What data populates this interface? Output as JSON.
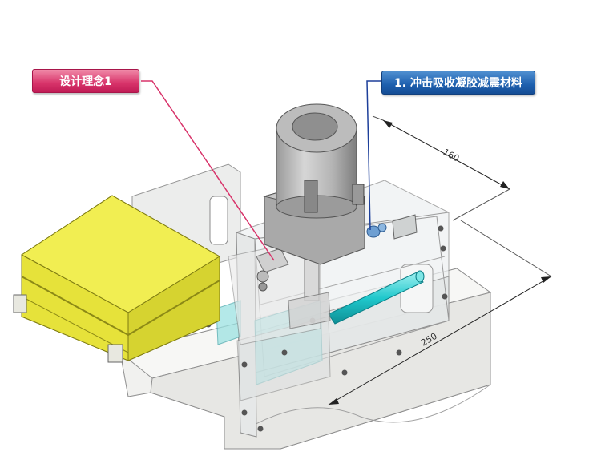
{
  "callouts": {
    "design_concept": "设计理念1",
    "material": "1. 冲击吸收凝胶减震材料"
  },
  "dimensions": {
    "depth": "160",
    "width": "250"
  },
  "colors": {
    "design_callout": "#d8336a",
    "material_callout": "#1d5fae",
    "yellow_box": "#e6e23a",
    "cyan_part": "#2ed3d3",
    "leader_pink": "#d8336a",
    "leader_blue": "#1d3f9a"
  }
}
